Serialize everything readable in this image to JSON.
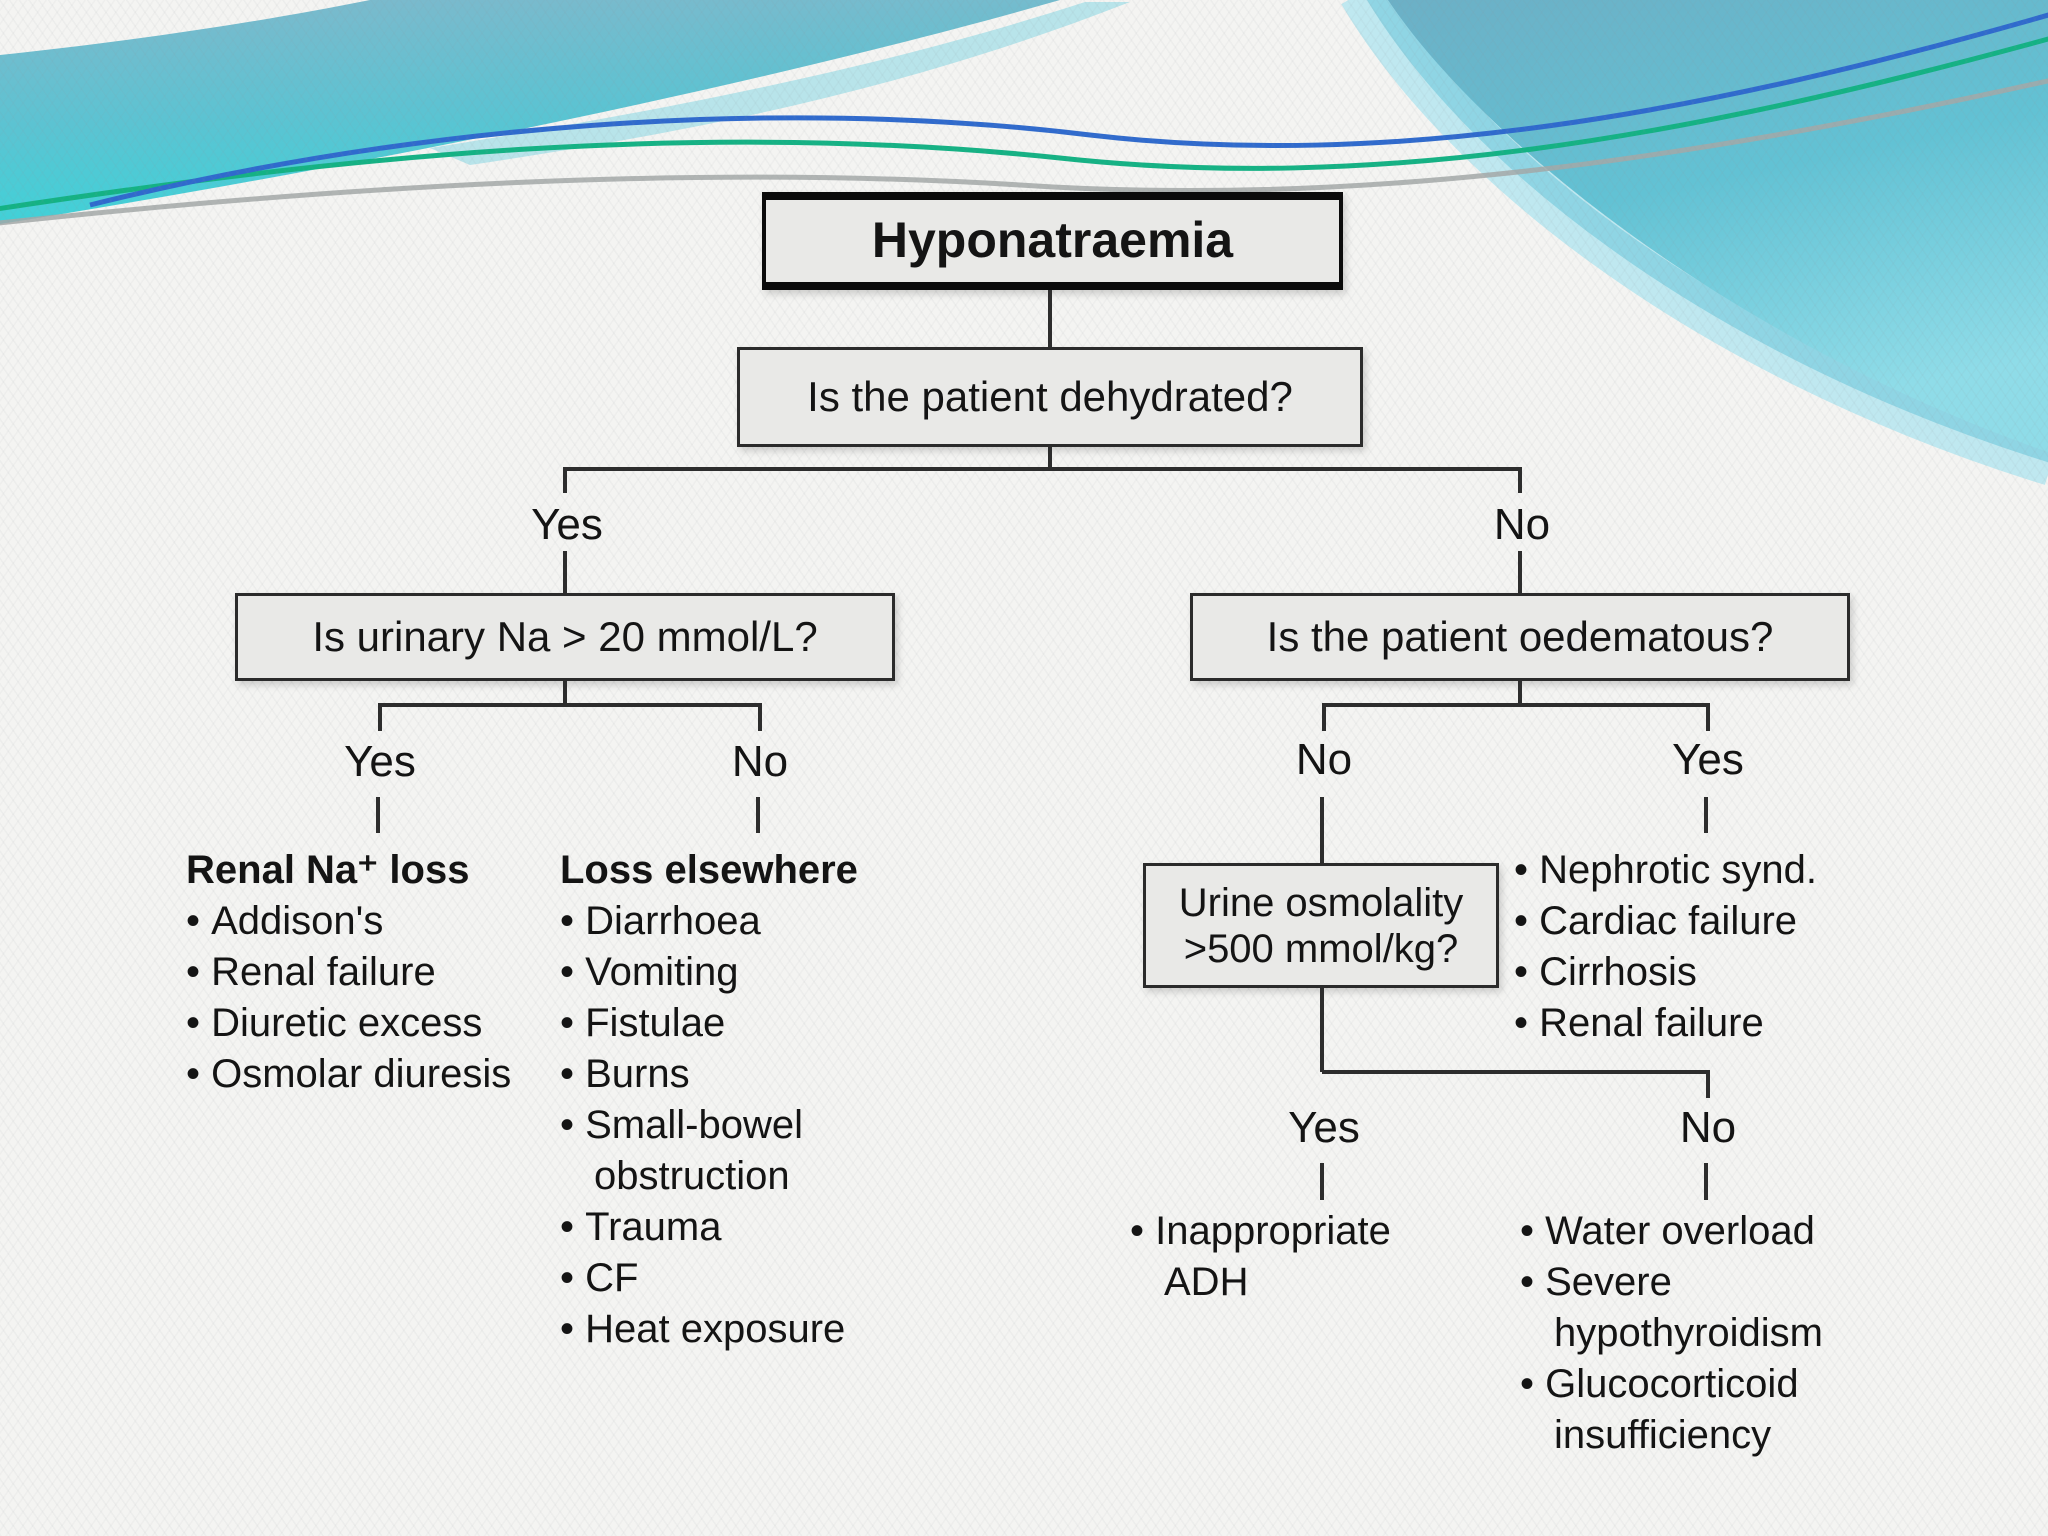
{
  "slide_title": "Hyponatraemia",
  "flowchart": {
    "root": "Hyponatraemia",
    "questions": {
      "dehydrated": "Is the patient dehydrated?",
      "urinary_na": "Is urinary Na > 20 mmol/L?",
      "oedematous": "Is the patient oedematous?",
      "urine_osmolality": "Urine osmolality >500 mmol/kg?"
    },
    "branch_labels": {
      "dehydrated_yes": "Yes",
      "dehydrated_no": "No",
      "urinary_yes": "Yes",
      "urinary_no": "No",
      "oedematous_no": "No",
      "oedematous_yes": "Yes",
      "osmolality_yes": "Yes",
      "osmolality_no": "No"
    },
    "lists": {
      "renal_na_loss": {
        "heading": "Renal Na⁺ loss",
        "items": [
          "Addison's",
          "Renal failure",
          "Diuretic excess",
          "Osmolar diuresis"
        ]
      },
      "loss_elsewhere": {
        "heading": "Loss elsewhere",
        "items": [
          "Diarrhoea",
          "Vomiting",
          "Fistulae",
          "Burns",
          "Small-bowel obstruction",
          "Trauma",
          "CF",
          "Heat exposure"
        ]
      },
      "oedematous_yes_causes": {
        "items": [
          "Nephrotic synd.",
          "Cardiac failure",
          "Cirrhosis",
          "Renal failure"
        ]
      },
      "osmolality_yes_causes": {
        "items": [
          "Inappropriate ADH"
        ]
      },
      "osmolality_no_causes": {
        "items": [
          "Water overload",
          "Severe hypothyroidism",
          "Glucocorticoid insufficiency"
        ]
      }
    }
  },
  "colors": {
    "wave_teal_dark": "#6cb0c6",
    "wave_teal_bright": "#3fd2d8",
    "wave_band_light": "#b9e7f0",
    "accent_green_line": "#14b284",
    "accent_blue_line": "#2f6acd",
    "accent_gray_line": "#a3a8a8",
    "node_fill": "#e9e9e7",
    "node_border": "#2b2b2b",
    "connector": "#2d2d2d"
  }
}
